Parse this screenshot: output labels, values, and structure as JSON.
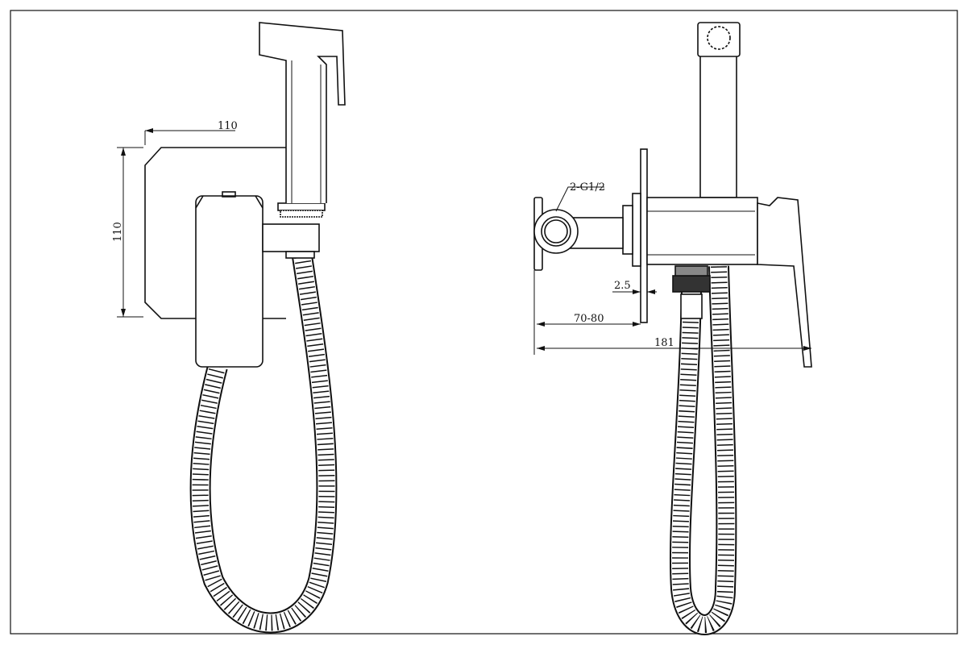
{
  "left_view": {
    "width_dim": "110",
    "height_dim": "110"
  },
  "right_view": {
    "thread_label": "2-G1/2",
    "plate_thickness_dim": "2.5",
    "wall_depth_dim": "70-80",
    "overall_depth_dim": "181"
  },
  "colors": {
    "line": "#111111",
    "background": "#ffffff"
  }
}
